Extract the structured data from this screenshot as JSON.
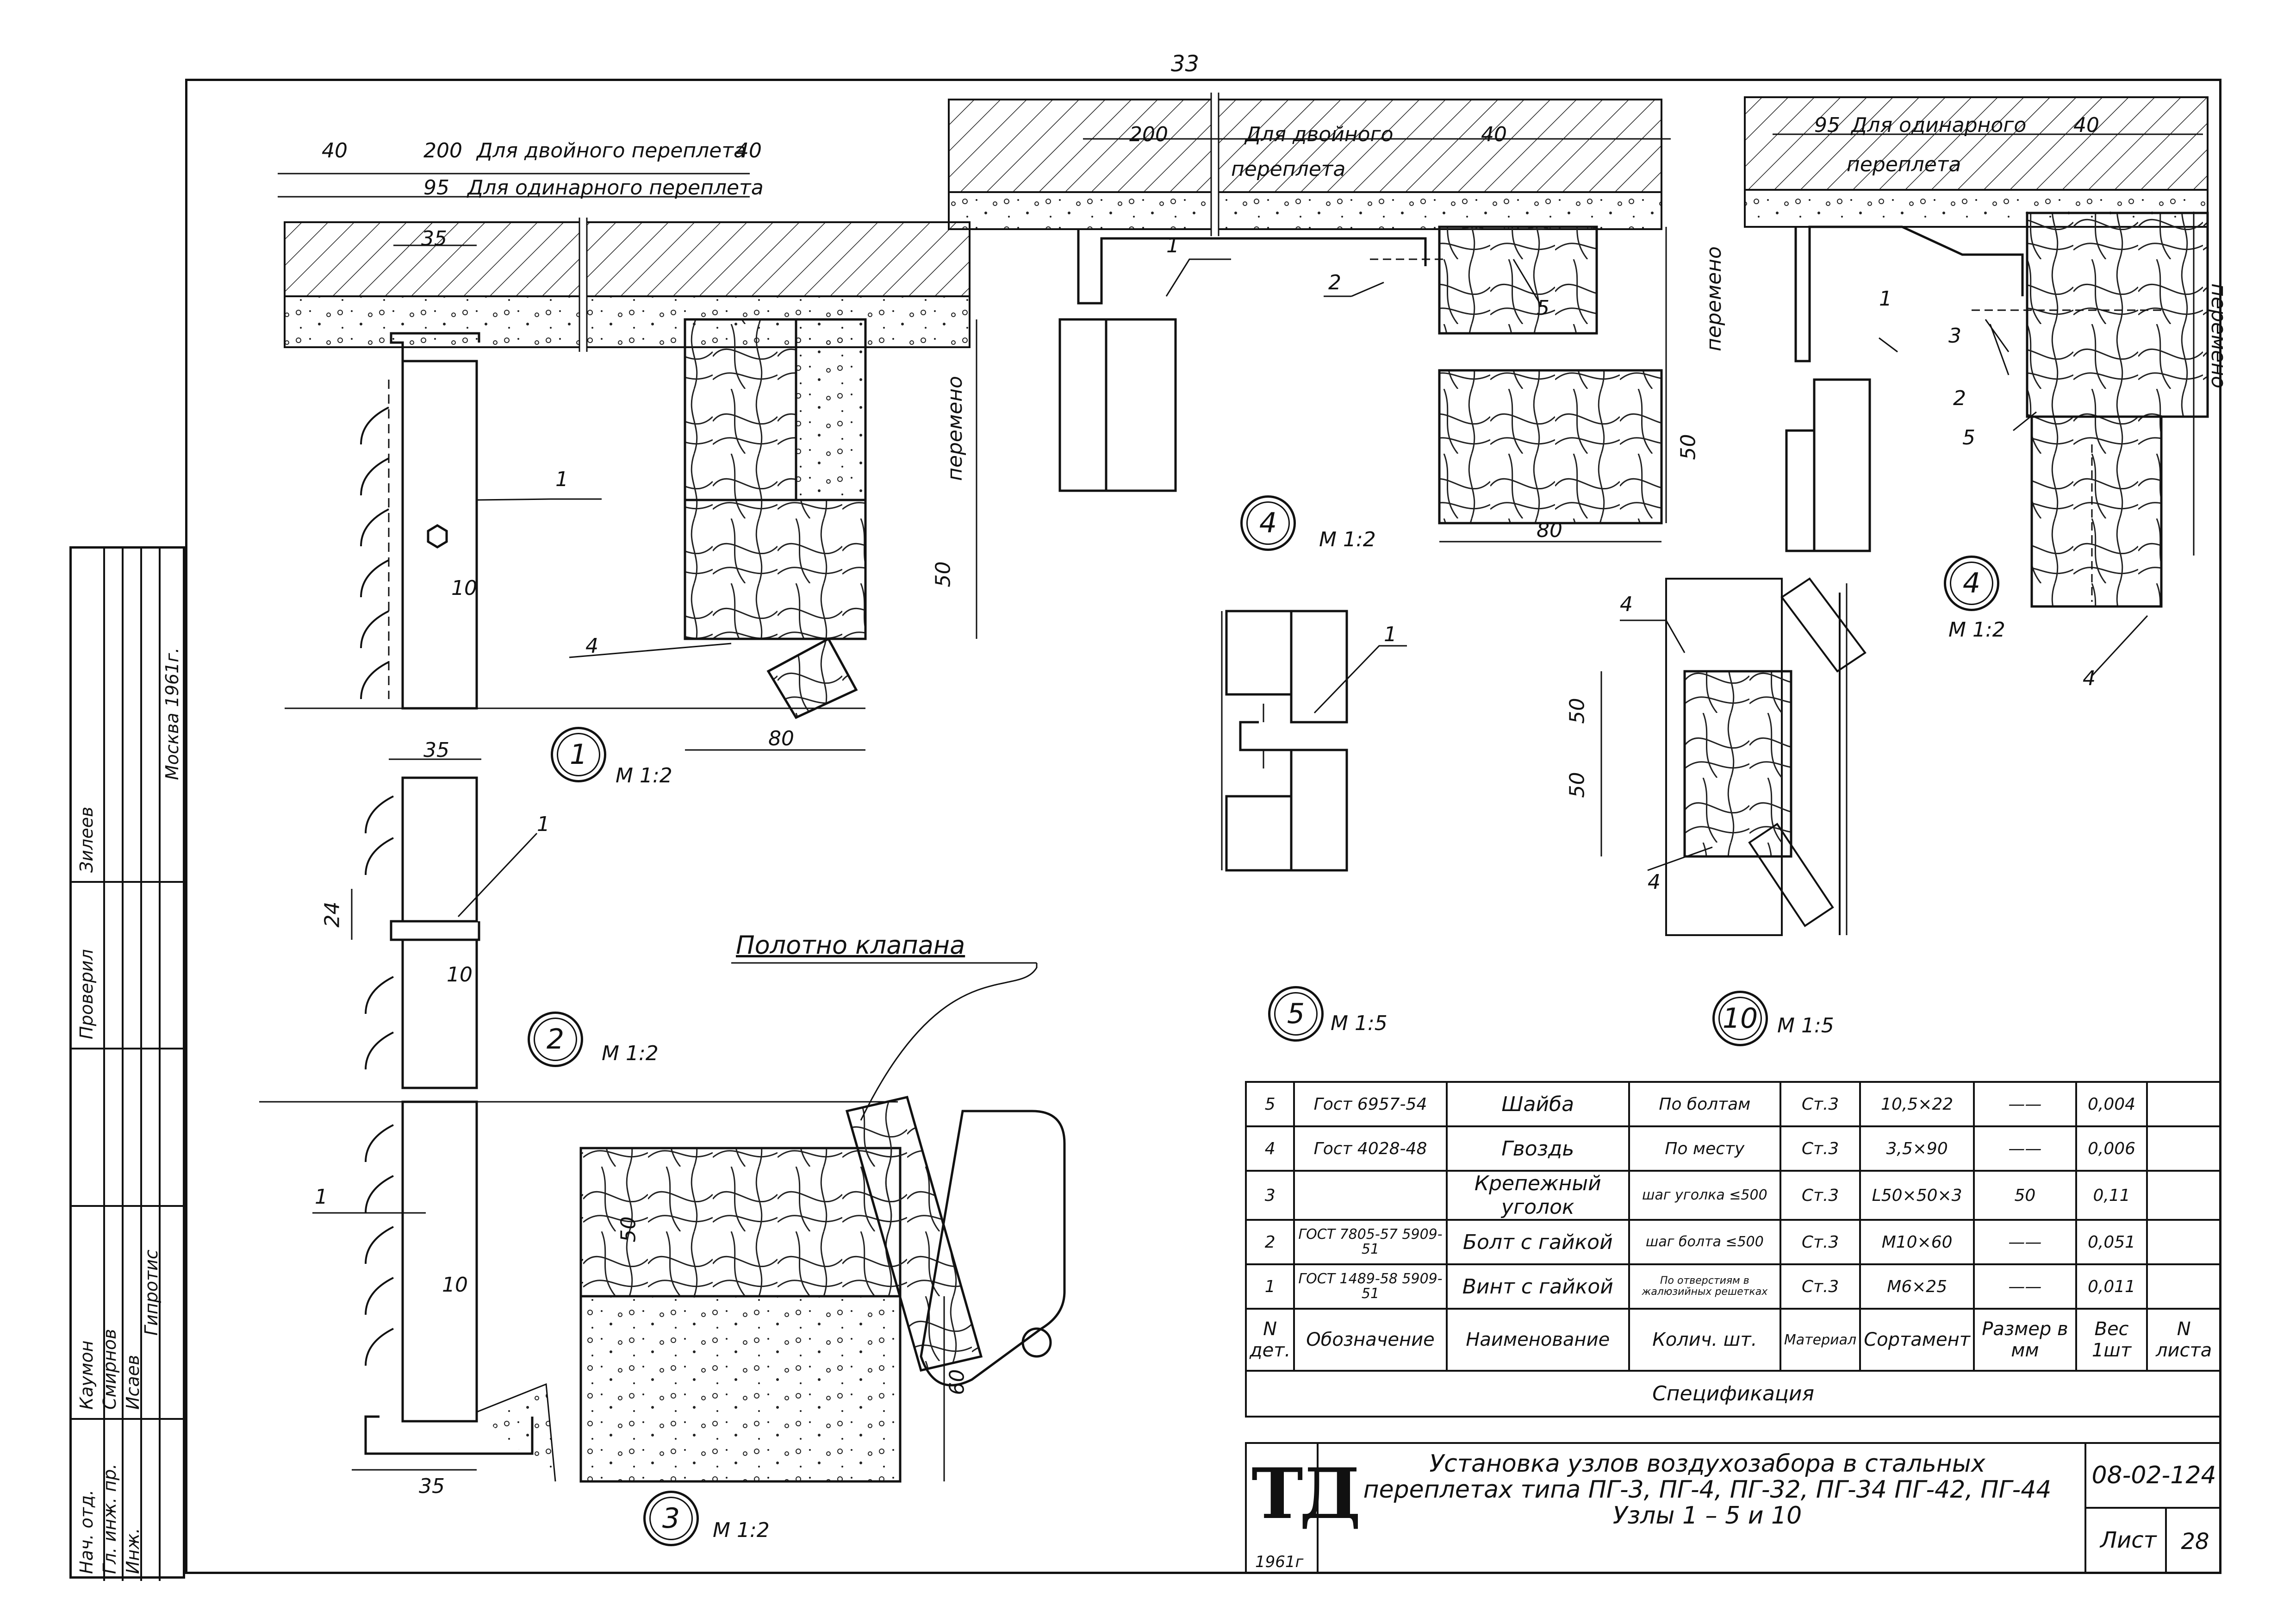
{
  "page_number": "33",
  "stamp": {
    "rows": [
      {
        "role": "Нач. отд.",
        "name": "Каумон"
      },
      {
        "role": "Гл. инж. пр.",
        "name": "Смирнов"
      },
      {
        "role": "Инж.",
        "name": "Исаев"
      },
      {
        "role": "Проверил",
        "name": "Зилеев"
      }
    ],
    "org": "Гипротис",
    "city_year": "Москва 1961г."
  },
  "nodes": {
    "n1": {
      "num": "1",
      "scale": "М 1:2"
    },
    "n2": {
      "num": "2",
      "scale": "М 1:2"
    },
    "n3": {
      "num": "3",
      "scale": "М 1:2"
    },
    "n4a": {
      "num": "4",
      "scale": "М 1:2"
    },
    "n4b": {
      "num": "4",
      "scale": "М 1:2"
    },
    "n5": {
      "num": "5",
      "scale": "М 1:5"
    },
    "n10": {
      "num": "10",
      "scale": "М 1:5"
    }
  },
  "dims": {
    "d40a": "40",
    "d200a": "200",
    "dbl_a": "Для двойного переплета",
    "d40b": "40",
    "d95a": "95",
    "sgl_a": "Для одинарного переплета",
    "d35a": "35",
    "d10a": "10",
    "d50a": "50",
    "d80a": "80",
    "var_a": "перемено",
    "d35b": "35",
    "d24": "24",
    "d10b": "10",
    "d200b": "200",
    "dbl_b": "Для двойного",
    "dbl_b2": "переплета",
    "d40c": "40",
    "var_b": "перемено",
    "d50b": "50",
    "d80b": "80",
    "d95b": "95",
    "sgl_b": "Для одинарного",
    "sgl_b2": "переплета",
    "d40d": "40",
    "var_c": "перемено",
    "d50c": "50",
    "d50d": "50",
    "d10c": "10",
    "d50e": "50",
    "d60": "60",
    "d35c": "35",
    "valve": "Полотно клапана"
  },
  "callouts": {
    "c1a": "1",
    "c4a": "4",
    "c1b": "1",
    "c1c": "1",
    "c1d": "1",
    "c2a": "2",
    "c5a": "5",
    "c1e": "1",
    "c3a": "3",
    "c2b": "2",
    "c5b": "5",
    "c4b": "4",
    "c1f": "1",
    "c4c": "4",
    "c4d": "4"
  },
  "spec": {
    "caption": "Спецификация",
    "headers": [
      "N дет.",
      "Обозначение",
      "Наименование",
      "Колич. шт.",
      "Материал",
      "Сортамент",
      "Размер в мм",
      "Вес 1шт",
      "N листа"
    ],
    "rows": [
      {
        "n": "5",
        "doc": "Гост 6957-54",
        "name": "Шайба",
        "qty": "По болтам",
        "mat": "Ст.3",
        "sort": "10,5×22",
        "size": "——",
        "weight": "0,004",
        "sheet": ""
      },
      {
        "n": "4",
        "doc": "Гост 4028-48",
        "name": "Гвоздь",
        "qty": "По месту",
        "mat": "Ст.3",
        "sort": "3,5×90",
        "size": "——",
        "weight": "0,006",
        "sheet": ""
      },
      {
        "n": "3",
        "doc": "",
        "name": "Крепежный уголок",
        "qty": "шаг уголка ≤500",
        "mat": "Ст.3",
        "sort": "L50×50×3",
        "size": "50",
        "weight": "0,11",
        "sheet": ""
      },
      {
        "n": "2",
        "doc": "ГОСТ 7805-57 5909-51",
        "name": "Болт с гайкой",
        "qty": "шаг болта ≤500",
        "mat": "Ст.3",
        "sort": "М10×60",
        "size": "——",
        "weight": "0,051",
        "sheet": ""
      },
      {
        "n": "1",
        "doc": "ГОСТ 1489-58 5909-51",
        "name": "Винт с гайкой",
        "qty": "По отверстиям в жалюзийных решетках",
        "mat": "Ст.3",
        "sort": "М6×25",
        "size": "——",
        "weight": "0,011",
        "sheet": ""
      }
    ]
  },
  "title_block": {
    "logo": "ТД",
    "year": "1961г",
    "title_line1": "Установка узлов воздухозабора в стальных",
    "title_line2": "переплетах типа ПГ-3, ПГ-4, ПГ-32, ПГ-34 ПГ-42, ПГ-44",
    "title_line3": "Узлы 1 – 5 и 10",
    "code": "08-02-124",
    "sheet_label": "Лист",
    "sheet_no": "28"
  }
}
